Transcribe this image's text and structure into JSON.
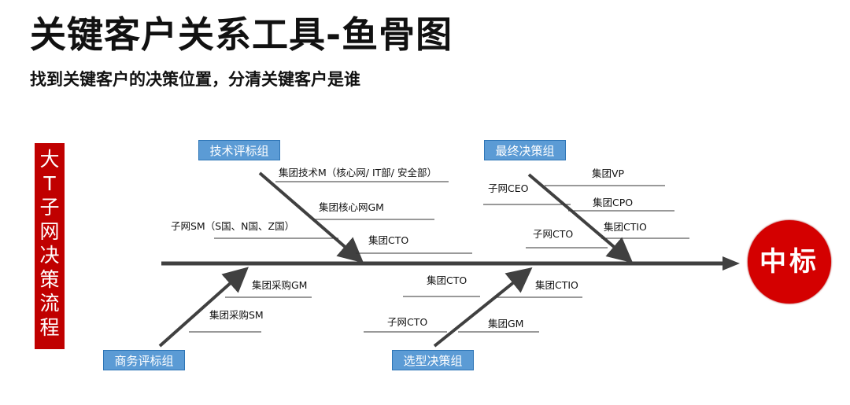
{
  "title": "关键客户关系工具-鱼骨图",
  "subtitle": "找到关键客户的决策位置，分清关键客户是谁",
  "side_label": "大T子网决策流程",
  "head_label": "中标",
  "groups": {
    "tech": "技术评标组",
    "final": "最终决策组",
    "business": "商务评标组",
    "selection": "选型决策组"
  },
  "labels": {
    "tech_1": "集团技术M（核心网/ IT部/ 安全部）",
    "tech_2": "集团核心网GM",
    "tech_3": "子网SM（S国、N国、Z国）",
    "tech_4": "集团CTO",
    "final_1": "集团VP",
    "final_2": "子网CEO",
    "final_3": "集团CPO",
    "final_4": "子网CTO",
    "final_5": "集团CTIO",
    "biz_1": "集团采购GM",
    "biz_2": "集团采购SM",
    "sel_1": "集团CTO",
    "sel_2": "集团CTIO",
    "sel_3": "子网CTO",
    "sel_4": "集团GM"
  }
}
